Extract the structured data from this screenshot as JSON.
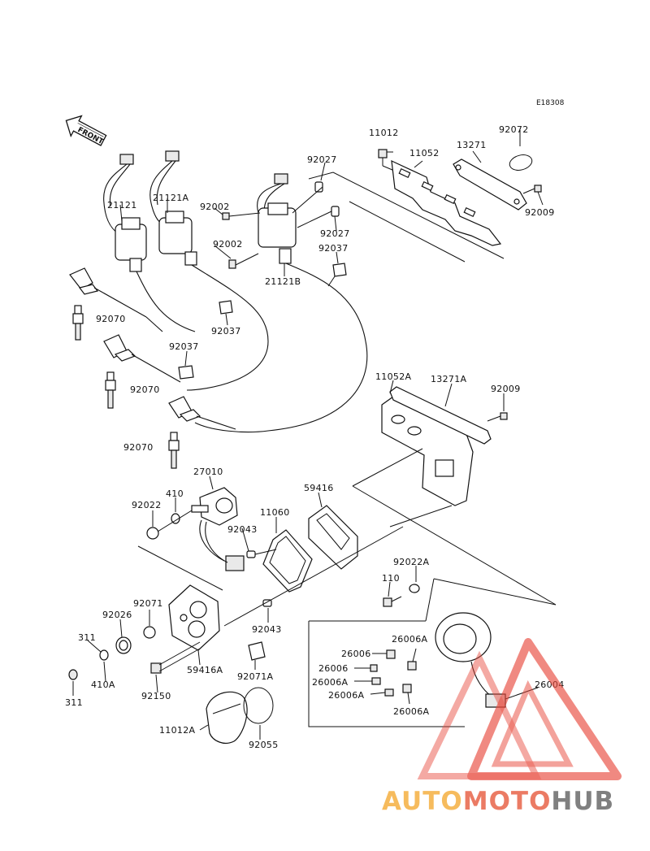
{
  "diagram_code": "E18308",
  "front_label": "FRONT",
  "brand": {
    "part1": "AUTO",
    "part2": "MOTO",
    "part3": "HUB",
    "color1": "#f5b041",
    "color2": "#e8644a",
    "color3": "#6b6b6b",
    "triangle_color": "#e8473a"
  },
  "labels": {
    "p11012": "11012",
    "p11052": "11052",
    "p13271": "13271",
    "p92072": "92072",
    "p92027a": "92027",
    "p92027b": "92027",
    "p92009a": "92009",
    "p21121": "21121",
    "p21121A": "21121A",
    "p92002a": "92002",
    "p92002b": "92002",
    "p92037a": "92037",
    "p21121B": "21121B",
    "p92070a": "92070",
    "p92037b": "92037",
    "p92037c": "92037",
    "p92070b": "92070",
    "p92070c": "92070",
    "p11052A": "11052A",
    "p13271A": "13271A",
    "p92009b": "92009",
    "p27010": "27010",
    "p410": "410",
    "p92022": "92022",
    "p59416": "59416",
    "p11060": "11060",
    "p92043a": "92043",
    "p92022A": "92022A",
    "p110": "110",
    "p92071": "92071",
    "p92026": "92026",
    "p311a": "311",
    "p92043b": "92043",
    "p26006a": "26006",
    "p26006b": "26006",
    "p26006A1": "26006A",
    "p26006A2": "26006A",
    "p26006A3": "26006A",
    "p26006A4": "26006A",
    "p26004": "26004",
    "p410A": "410A",
    "p59416A": "59416A",
    "p92071A": "92071A",
    "p311b": "311",
    "p92150": "92150",
    "p11012A": "11012A",
    "p92055": "92055"
  }
}
